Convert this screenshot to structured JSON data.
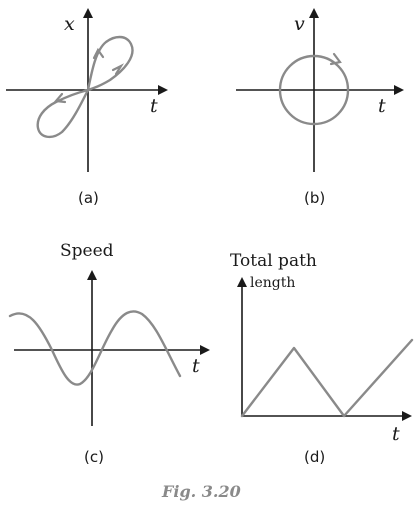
{
  "panel_a": {
    "y_label": "x",
    "x_label": "t",
    "caption": "(a)"
  },
  "panel_b": {
    "y_label": "v",
    "x_label": "t",
    "caption": "(b)"
  },
  "panel_c": {
    "y_label": "Speed",
    "x_label": "t",
    "caption": "(c)"
  },
  "panel_d": {
    "y_label_line1": "Total path",
    "y_label_line2": "length",
    "x_label": "t",
    "caption": "(d)"
  },
  "figure_caption": "Fig. 3.20"
}
